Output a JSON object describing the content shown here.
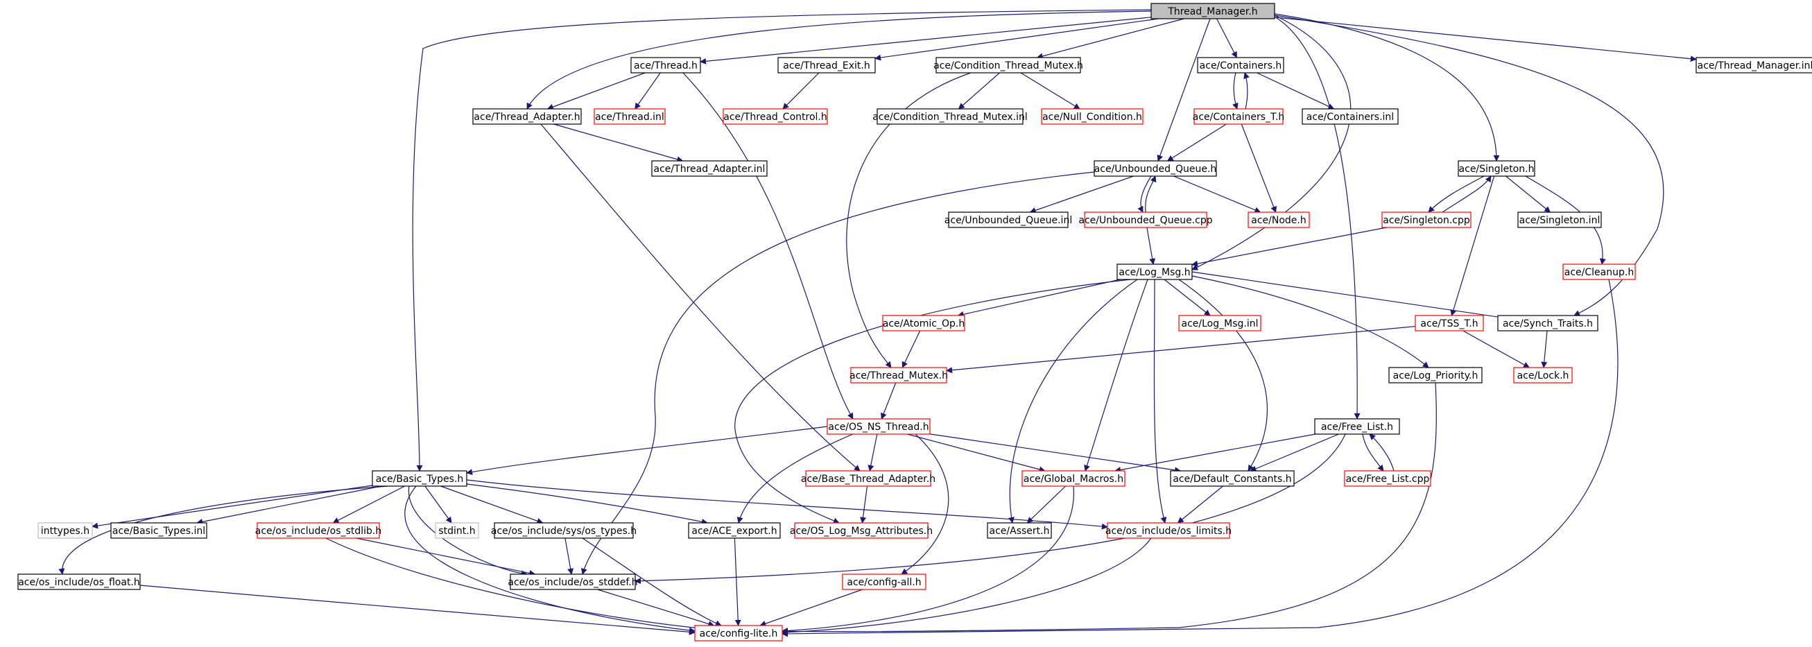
{
  "title": "Thread_Manager.h",
  "colors": {
    "edge": "#191970",
    "root_fill": "#bfbfbf",
    "root_border": "#000000",
    "border_documented": "#000000",
    "border_undocumented": "#ff0000",
    "border_external": "#bfbfbf",
    "node_fill": "#ffffff"
  },
  "nodes": [
    {
      "id": "root",
      "label": "Thread_Manager.h",
      "kind": "root"
    },
    {
      "id": "thread_h",
      "label": "ace/Thread.h",
      "kind": "documented"
    },
    {
      "id": "thread_exit_h",
      "label": "ace/Thread_Exit.h",
      "kind": "documented"
    },
    {
      "id": "cond_mutex_h",
      "label": "ace/Condition_Thread_Mutex.h",
      "kind": "documented"
    },
    {
      "id": "containers_h",
      "label": "ace/Containers.h",
      "kind": "documented"
    },
    {
      "id": "tm_inl",
      "label": "ace/Thread_Manager.inl",
      "kind": "documented"
    },
    {
      "id": "thread_adapter_h",
      "label": "ace/Thread_Adapter.h",
      "kind": "documented"
    },
    {
      "id": "thread_inl",
      "label": "ace/Thread.inl",
      "kind": "undocumented"
    },
    {
      "id": "thread_control_h",
      "label": "ace/Thread_Control.h",
      "kind": "undocumented"
    },
    {
      "id": "cond_mutex_inl",
      "label": "ace/Condition_Thread_Mutex.inl",
      "kind": "documented"
    },
    {
      "id": "null_cond_h",
      "label": "ace/Null_Condition.h",
      "kind": "undocumented"
    },
    {
      "id": "containers_t_h",
      "label": "ace/Containers_T.h",
      "kind": "undocumented"
    },
    {
      "id": "containers_inl",
      "label": "ace/Containers.inl",
      "kind": "documented"
    },
    {
      "id": "thread_adapter_inl",
      "label": "ace/Thread_Adapter.inl",
      "kind": "documented"
    },
    {
      "id": "unbounded_queue_h",
      "label": "ace/Unbounded_Queue.h",
      "kind": "documented"
    },
    {
      "id": "singleton_h",
      "label": "ace/Singleton.h",
      "kind": "documented"
    },
    {
      "id": "unbounded_queue_inl",
      "label": "ace/Unbounded_Queue.inl",
      "kind": "documented"
    },
    {
      "id": "unbounded_queue_cpp",
      "label": "ace/Unbounded_Queue.cpp",
      "kind": "undocumented"
    },
    {
      "id": "node_h",
      "label": "ace/Node.h",
      "kind": "undocumented"
    },
    {
      "id": "singleton_cpp",
      "label": "ace/Singleton.cpp",
      "kind": "undocumented"
    },
    {
      "id": "singleton_inl",
      "label": "ace/Singleton.inl",
      "kind": "documented"
    },
    {
      "id": "log_msg_h",
      "label": "ace/Log_Msg.h",
      "kind": "documented"
    },
    {
      "id": "cleanup_h",
      "label": "ace/Cleanup.h",
      "kind": "undocumented"
    },
    {
      "id": "atomic_op_h",
      "label": "ace/Atomic_Op.h",
      "kind": "undocumented"
    },
    {
      "id": "log_msg_inl",
      "label": "ace/Log_Msg.inl",
      "kind": "undocumented"
    },
    {
      "id": "tss_t_h",
      "label": "ace/TSS_T.h",
      "kind": "undocumented"
    },
    {
      "id": "synch_traits_h",
      "label": "ace/Synch_Traits.h",
      "kind": "documented"
    },
    {
      "id": "thread_mutex_h",
      "label": "ace/Thread_Mutex.h",
      "kind": "undocumented"
    },
    {
      "id": "log_priority_h",
      "label": "ace/Log_Priority.h",
      "kind": "documented"
    },
    {
      "id": "lock_h",
      "label": "ace/Lock.h",
      "kind": "undocumented"
    },
    {
      "id": "os_ns_thread_h",
      "label": "ace/OS_NS_Thread.h",
      "kind": "undocumented"
    },
    {
      "id": "free_list_h",
      "label": "ace/Free_List.h",
      "kind": "documented"
    },
    {
      "id": "basic_types_h",
      "label": "ace/Basic_Types.h",
      "kind": "documented"
    },
    {
      "id": "base_thread_adapter_h",
      "label": "ace/Base_Thread_Adapter.h",
      "kind": "undocumented"
    },
    {
      "id": "global_macros_h",
      "label": "ace/Global_Macros.h",
      "kind": "undocumented"
    },
    {
      "id": "default_constants_h",
      "label": "ace/Default_Constants.h",
      "kind": "documented"
    },
    {
      "id": "free_list_cpp",
      "label": "ace/Free_List.cpp",
      "kind": "undocumented"
    },
    {
      "id": "inttypes_h",
      "label": "inttypes.h",
      "kind": "external"
    },
    {
      "id": "basic_types_inl",
      "label": "ace/Basic_Types.inl",
      "kind": "documented"
    },
    {
      "id": "os_stdlib_h",
      "label": "ace/os_include/os_stdlib.h",
      "kind": "undocumented"
    },
    {
      "id": "stdint_h",
      "label": "stdint.h",
      "kind": "external"
    },
    {
      "id": "os_types_h",
      "label": "ace/os_include/sys/os_types.h",
      "kind": "documented"
    },
    {
      "id": "ace_export_h",
      "label": "ace/ACE_export.h",
      "kind": "documented"
    },
    {
      "id": "os_log_msg_attr_h",
      "label": "ace/OS_Log_Msg_Attributes.h",
      "kind": "undocumented"
    },
    {
      "id": "assert_h",
      "label": "ace/Assert.h",
      "kind": "documented"
    },
    {
      "id": "os_limits_h",
      "label": "ace/os_include/os_limits.h",
      "kind": "undocumented"
    },
    {
      "id": "os_float_h",
      "label": "ace/os_include/os_float.h",
      "kind": "documented"
    },
    {
      "id": "os_stddef_h",
      "label": "ace/os_include/os_stddef.h",
      "kind": "documented"
    },
    {
      "id": "config_all_h",
      "label": "ace/config-all.h",
      "kind": "undocumented"
    },
    {
      "id": "config_lite_h",
      "label": "ace/config-lite.h",
      "kind": "undocumented"
    }
  ],
  "edges": [
    [
      "root",
      "thread_h"
    ],
    [
      "root",
      "thread_exit_h"
    ],
    [
      "root",
      "cond_mutex_h"
    ],
    [
      "root",
      "containers_h"
    ],
    [
      "root",
      "tm_inl"
    ],
    [
      "root",
      "thread_adapter_h"
    ],
    [
      "root",
      "unbounded_queue_h"
    ],
    [
      "root",
      "singleton_h"
    ],
    [
      "root",
      "log_msg_h"
    ],
    [
      "root",
      "synch_traits_h"
    ],
    [
      "root",
      "free_list_h"
    ],
    [
      "root",
      "basic_types_h"
    ],
    [
      "thread_h",
      "thread_adapter_h"
    ],
    [
      "thread_h",
      "thread_inl"
    ],
    [
      "thread_h",
      "os_ns_thread_h"
    ],
    [
      "thread_exit_h",
      "thread_control_h"
    ],
    [
      "cond_mutex_h",
      "cond_mutex_inl"
    ],
    [
      "cond_mutex_h",
      "null_cond_h"
    ],
    [
      "cond_mutex_h",
      "thread_mutex_h"
    ],
    [
      "containers_h",
      "containers_t_h"
    ],
    [
      "containers_h",
      "containers_inl"
    ],
    [
      "containers_t_h",
      "containers_h"
    ],
    [
      "containers_t_h",
      "unbounded_queue_h"
    ],
    [
      "containers_t_h",
      "node_h"
    ],
    [
      "thread_adapter_h",
      "thread_adapter_inl"
    ],
    [
      "thread_adapter_h",
      "base_thread_adapter_h"
    ],
    [
      "unbounded_queue_h",
      "unbounded_queue_inl"
    ],
    [
      "unbounded_queue_h",
      "unbounded_queue_cpp"
    ],
    [
      "unbounded_queue_h",
      "node_h"
    ],
    [
      "unbounded_queue_h",
      "os_stddef_h"
    ],
    [
      "unbounded_queue_cpp",
      "unbounded_queue_h"
    ],
    [
      "unbounded_queue_cpp",
      "log_msg_h"
    ],
    [
      "singleton_h",
      "singleton_cpp"
    ],
    [
      "singleton_h",
      "singleton_inl"
    ],
    [
      "singleton_h",
      "cleanup_h"
    ],
    [
      "singleton_h",
      "tss_t_h"
    ],
    [
      "singleton_cpp",
      "singleton_h"
    ],
    [
      "singleton_cpp",
      "log_msg_h"
    ],
    [
      "cleanup_h",
      "config_lite_h"
    ],
    [
      "log_msg_h",
      "atomic_op_h"
    ],
    [
      "log_msg_h",
      "log_msg_inl"
    ],
    [
      "log_msg_h",
      "synch_traits_h"
    ],
    [
      "log_msg_h",
      "log_priority_h"
    ],
    [
      "log_msg_h",
      "default_constants_h"
    ],
    [
      "log_msg_h",
      "global_macros_h"
    ],
    [
      "log_msg_h",
      "assert_h"
    ],
    [
      "log_msg_h",
      "os_limits_h"
    ],
    [
      "log_msg_h",
      "os_log_msg_attr_h"
    ],
    [
      "atomic_op_h",
      "thread_mutex_h"
    ],
    [
      "tss_t_h",
      "thread_mutex_h"
    ],
    [
      "tss_t_h",
      "lock_h"
    ],
    [
      "synch_traits_h",
      "lock_h"
    ],
    [
      "thread_mutex_h",
      "os_ns_thread_h"
    ],
    [
      "log_priority_h",
      "config_lite_h"
    ],
    [
      "os_ns_thread_h",
      "basic_types_h"
    ],
    [
      "os_ns_thread_h",
      "base_thread_adapter_h"
    ],
    [
      "os_ns_thread_h",
      "global_macros_h"
    ],
    [
      "os_ns_thread_h",
      "default_constants_h"
    ],
    [
      "os_ns_thread_h",
      "ace_export_h"
    ],
    [
      "os_ns_thread_h",
      "config_all_h"
    ],
    [
      "free_list_h",
      "free_list_cpp"
    ],
    [
      "free_list_h",
      "global_macros_h"
    ],
    [
      "free_list_h",
      "default_constants_h"
    ],
    [
      "free_list_h",
      "os_stddef_h"
    ],
    [
      "free_list_cpp",
      "free_list_h"
    ],
    [
      "basic_types_h",
      "inttypes_h"
    ],
    [
      "basic_types_h",
      "basic_types_inl"
    ],
    [
      "basic_types_h",
      "os_stdlib_h"
    ],
    [
      "basic_types_h",
      "stdint_h"
    ],
    [
      "basic_types_h",
      "os_types_h"
    ],
    [
      "basic_types_h",
      "ace_export_h"
    ],
    [
      "basic_types_h",
      "os_limits_h"
    ],
    [
      "basic_types_h",
      "os_float_h"
    ],
    [
      "basic_types_h",
      "os_stddef_h"
    ],
    [
      "basic_types_h",
      "config_lite_h"
    ],
    [
      "base_thread_adapter_h",
      "os_log_msg_attr_h"
    ],
    [
      "global_macros_h",
      "assert_h"
    ],
    [
      "global_macros_h",
      "config_lite_h"
    ],
    [
      "default_constants_h",
      "os_limits_h"
    ],
    [
      "os_stdlib_h",
      "os_stddef_h"
    ],
    [
      "os_stdlib_h",
      "config_lite_h"
    ],
    [
      "os_types_h",
      "os_stddef_h"
    ],
    [
      "os_types_h",
      "config_lite_h"
    ],
    [
      "ace_export_h",
      "config_lite_h"
    ],
    [
      "os_limits_h",
      "config_lite_h"
    ],
    [
      "os_float_h",
      "config_lite_h"
    ],
    [
      "os_stddef_h",
      "config_lite_h"
    ],
    [
      "config_all_h",
      "config_lite_h"
    ]
  ]
}
